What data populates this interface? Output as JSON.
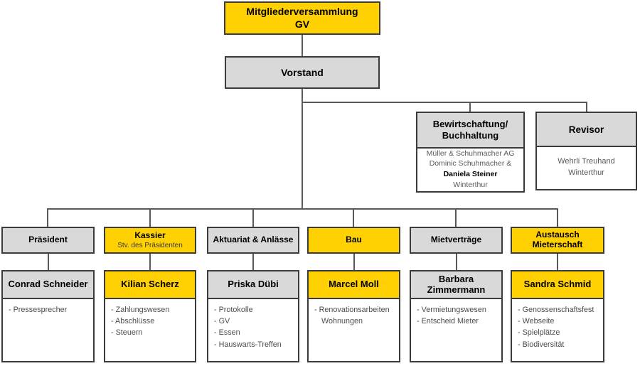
{
  "colors": {
    "accent_yellow": "#FFD103",
    "header_gray": "#D9D9D9",
    "box_border": "#3B3B3B",
    "connector_gray": "#595959",
    "muted_text": "#595959"
  },
  "assembly": {
    "label": "Mitgliederversammlung\nGV"
  },
  "board": {
    "label": "Vorstand"
  },
  "support": [
    {
      "title": "Bewirtschaftung/\nBuchhaltung",
      "body_top": "Müller & Schuhmacher AG\nDominic Schuhmacher &",
      "body_bold": "Daniela Steiner",
      "body_bottom": "Winterthur"
    },
    {
      "title": "Revisor",
      "body": "Wehrli Treuhand\nWinterthur"
    }
  ],
  "columns": [
    {
      "role": "Präsident",
      "subtitle": "",
      "name": "Conrad Schneider",
      "tasks": [
        "Pressesprecher"
      ],
      "variant": "gray"
    },
    {
      "role": "Kassier",
      "subtitle": "Stv. des Präsidenten",
      "name": "Kilian Scherz",
      "tasks": [
        "Zahlungswesen",
        "Abschlüsse",
        "Steuern"
      ],
      "variant": "yellow"
    },
    {
      "role": "Aktuariat & Anlässe",
      "subtitle": "",
      "name": "Priska Dübi",
      "tasks": [
        "Protokolle",
        "GV",
        "Essen",
        "Hauswarts-Treffen"
      ],
      "variant": "gray"
    },
    {
      "role": "Bau",
      "subtitle": "",
      "name": "Marcel Moll",
      "tasks": [
        "Renovationsarbeiten Wohnungen"
      ],
      "variant": "yellow"
    },
    {
      "role": "Mietverträge",
      "subtitle": "",
      "name": "Barbara\nZimmermann",
      "tasks": [
        "Vermietungswesen",
        "Entscheid Mieter"
      ],
      "variant": "gray"
    },
    {
      "role": "Austausch\nMieterschaft",
      "subtitle": "",
      "name": "Sandra Schmid",
      "tasks": [
        "Genossenschaftsfest",
        "Webseite",
        "Spielplätze",
        "Biodiversität"
      ],
      "variant": "yellow"
    }
  ]
}
